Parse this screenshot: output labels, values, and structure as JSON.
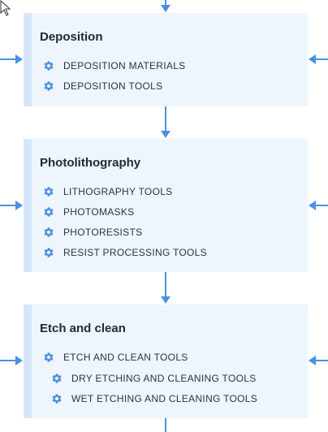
{
  "colors": {
    "accent": "#4a90e2",
    "card_background": "#eef5fd",
    "card_border": "#d6e6fa"
  },
  "stages": [
    {
      "title": "Deposition",
      "items": [
        {
          "label": "DEPOSITION MATERIALS",
          "icon": "gear-icon"
        },
        {
          "label": "DEPOSITION TOOLS",
          "icon": "gear-icon"
        }
      ]
    },
    {
      "title": "Photolithography",
      "items": [
        {
          "label": "LITHOGRAPHY TOOLS",
          "icon": "gear-icon"
        },
        {
          "label": "PHOTOMASKS",
          "icon": "gear-icon"
        },
        {
          "label": "PHOTORESISTS",
          "icon": "gear-icon"
        },
        {
          "label": "RESIST PROCESSING TOOLS",
          "icon": "gear-icon"
        }
      ]
    },
    {
      "title": "Etch and clean",
      "items": [
        {
          "label": "ETCH AND CLEAN TOOLS",
          "icon": "gear-icon"
        },
        {
          "label": "DRY ETCHING AND CLEANING TOOLS",
          "icon": "gear-icon"
        },
        {
          "label": "WET ETCHING AND CLEANING TOOLS",
          "icon": "gear-icon"
        }
      ]
    }
  ]
}
